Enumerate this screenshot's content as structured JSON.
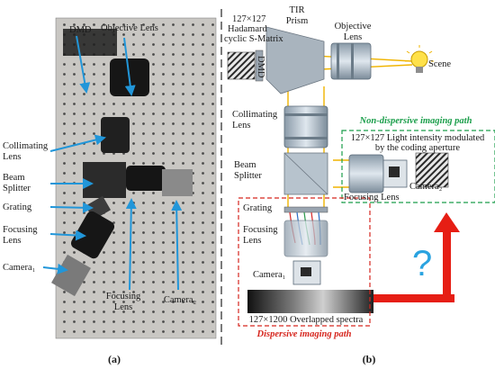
{
  "panel_a": {
    "labels": {
      "dmd": "DMD",
      "objective_lens": "Objective Lens",
      "collimating_lens": [
        "Collimating",
        "Lens"
      ],
      "beam_splitter": [
        "Beam",
        "Splitter"
      ],
      "grating": "Grating",
      "focusing_lens": [
        "Focusing",
        "Lens"
      ],
      "camera1": "Camera₁",
      "focusing_lens_bottom": [
        "Focusing",
        "Lens"
      ],
      "camera2": "Camera₂"
    },
    "caption": "(a)"
  },
  "panel_b": {
    "labels": {
      "hadamard": [
        "127×127",
        "Hadamard",
        "cyclic S-Matrix"
      ],
      "tir_prism": [
        "TIR",
        "Prism"
      ],
      "objective_lens": [
        "Objective",
        "Lens"
      ],
      "scene": "Scene",
      "dmd": "DMD",
      "collimating_lens": [
        "Collimating",
        "Lens"
      ],
      "beam_splitter": [
        "Beam",
        "Splitter"
      ],
      "grating": "Grating",
      "focusing_lens_left": [
        "Focusing",
        "Lens"
      ],
      "camera1": "Camera₁",
      "spectra": "127×1200 Overlapped spectra",
      "dispersive_path": "Dispersive imaging path",
      "nondispersive_path": "Non-dispersive imaging path",
      "light_intensity": [
        "127×127 Light intensity  modulated",
        "by the coding aperture"
      ],
      "focusing_lens_right": "Focusing Lens",
      "camera2": "Camera₂",
      "question": "?"
    },
    "caption": "(b)"
  },
  "colors": {
    "green": "#1a9e4a",
    "red": "#d6261e",
    "arrow_blue": "#2196d9",
    "ray_yellow": "#f0b400",
    "question_blue": "#2aa3e0"
  }
}
